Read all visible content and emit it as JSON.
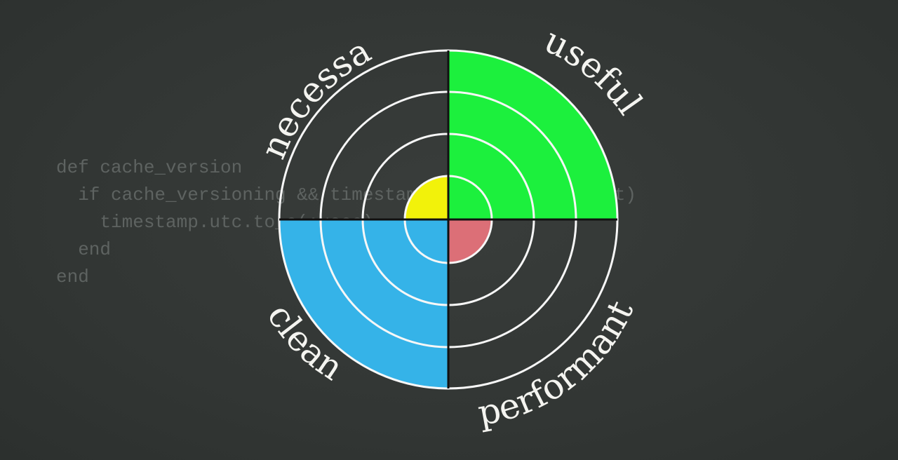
{
  "code_lines": [
    "def cache_version",
    "  if cache_versioning && timestamp = try(:updated_at)",
    "    timestamp.utc.to_s(:usec)",
    "  end",
    "end"
  ],
  "quadrants": {
    "necessary": {
      "label": "necessary",
      "level": 1,
      "color": "#f2f20a"
    },
    "useful": {
      "label": "useful",
      "level": 4,
      "color": "#1cf03d"
    },
    "clean": {
      "label": "clean",
      "level": 4,
      "color": "#35b3e8"
    },
    "performant": {
      "label": "performant",
      "level": 1,
      "color": "#dc6f77"
    }
  },
  "ring_count": 4
}
